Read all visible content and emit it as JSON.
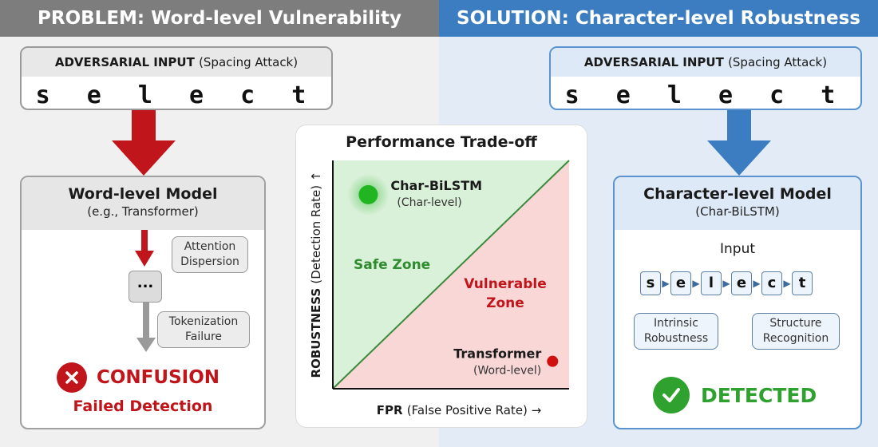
{
  "left_panel": {
    "header": "PROBLEM: Word-level Vulnerability",
    "input": {
      "title": "ADVERSARIAL INPUT",
      "subtitle": "(Spacing Attack)",
      "word": "s e l e c t"
    },
    "model": {
      "title": "Word-level Model",
      "subtitle": "(e.g., Transformer)"
    },
    "bubble_attention": "Attention Dispersion",
    "bubble_tokenization": "Tokenization Failure",
    "token_placeholder": "...",
    "status": {
      "main": "CONFUSION",
      "sub": "Failed Detection"
    },
    "icon": "x-icon",
    "colors": {
      "header": "#7d7d7d",
      "arrow": "#c0151a",
      "status": "#c0151a"
    }
  },
  "right_panel": {
    "header": "SOLUTION: Character-level Robustness",
    "input": {
      "title": "ADVERSARIAL INPUT",
      "subtitle": "(Spacing Attack)",
      "word": "s e l e c t"
    },
    "model": {
      "title": "Character-level Model",
      "subtitle": "(Char-BiLSTM)"
    },
    "input_label": "Input",
    "characters": [
      "s",
      "e",
      "l",
      "e",
      "c",
      "t"
    ],
    "bubble_intrinsic": "Intrinsic Robustness",
    "bubble_structure": "Structure Recognition",
    "status": {
      "main": "DETECTED"
    },
    "icon": "check-icon",
    "colors": {
      "header": "#3b7dc0",
      "arrow": "#3b7dc0",
      "status": "#2ea12e"
    }
  },
  "chart": {
    "title": "Performance Trade-off",
    "safe_zone": "Safe Zone",
    "vulnerable_zone": "Vulnerable Zone",
    "xlabel_bold": "FPR",
    "xlabel_rest": "(False Positive Rate) →",
    "ylabel_bold": "ROBUSTNESS",
    "ylabel_rest": "(Detection Rate) ↑",
    "points": [
      {
        "name": "Char-BiLSTM",
        "sub": "(Char-level)",
        "color": "#22b522",
        "fpr": 0.15,
        "robustness": 0.85
      },
      {
        "name": "Transformer",
        "sub": "(Word-level)",
        "color": "#d01010",
        "fpr": 0.93,
        "robustness": 0.12
      }
    ],
    "colors": {
      "safe": "#d9f0d9",
      "vulnerable": "#f9d7d7",
      "diagonal": "#3b8a3b"
    }
  }
}
